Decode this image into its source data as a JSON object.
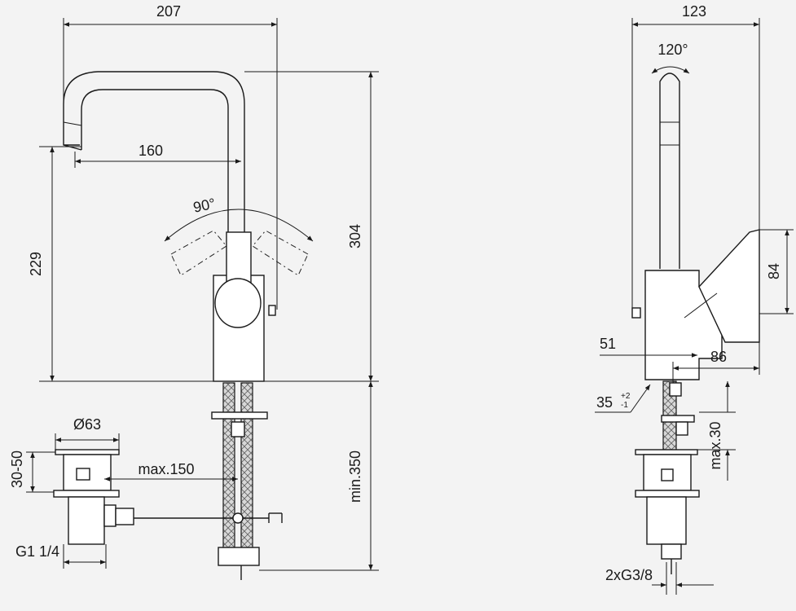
{
  "diagram": {
    "front_view": {
      "width_total": "207",
      "spout_reach": "160",
      "lever_rotation": "90°",
      "spout_height": "229",
      "total_height": "304",
      "hose_length": "min.350",
      "waste_diameter": "Ø63",
      "waste_height_range": "30-50",
      "rod_length": "max.150",
      "waste_thread": "G1 1/4"
    },
    "side_view": {
      "depth_total": "123",
      "spout_swivel": "120°",
      "handle_height": "84",
      "offset_51": "51",
      "base_86": "86",
      "hole_diameter": "35",
      "hole_tolerance_upper": "+2",
      "hole_tolerance_lower": "-1",
      "deck_thickness": "max.30",
      "connection_thread": "2xG3/8"
    }
  }
}
